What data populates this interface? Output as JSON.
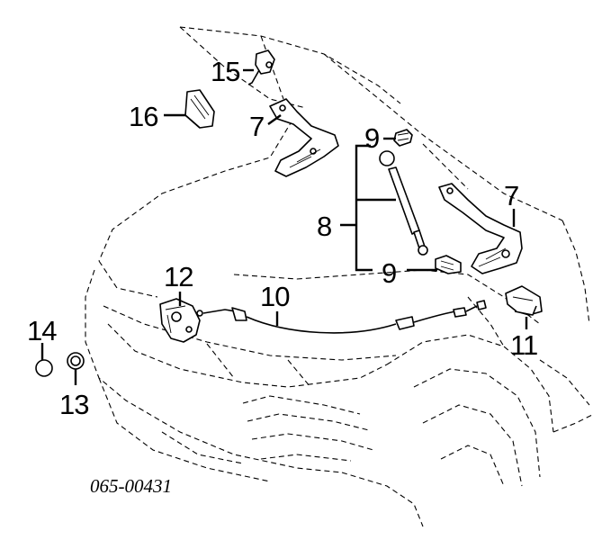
{
  "diagram": {
    "callouts": {
      "c15": "15",
      "c16": "16",
      "c7_left": "7",
      "c9_top": "9",
      "c7_right": "7",
      "c8": "8",
      "c9_bottom": "9",
      "c12": "12",
      "c10": "10",
      "c14": "14",
      "c11": "11",
      "c13": "13"
    },
    "reference_code": "065-00431"
  }
}
